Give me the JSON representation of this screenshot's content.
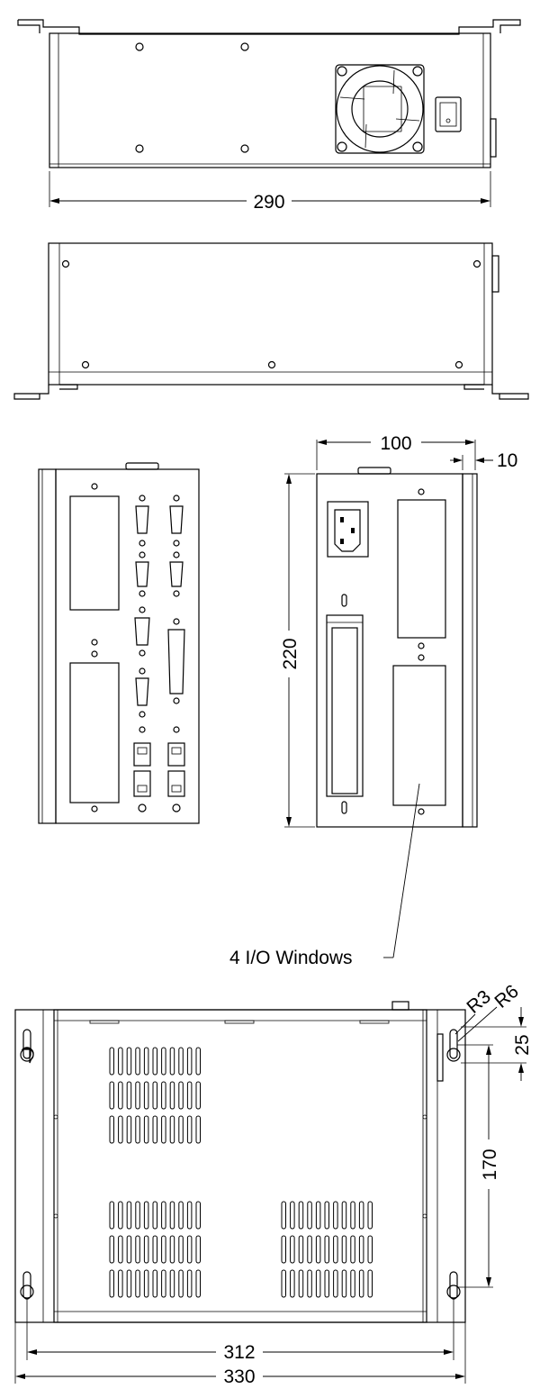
{
  "dimensions": {
    "top_width": "290",
    "side_width": "100",
    "side_offset": "10",
    "height": "220",
    "bottom_inner": "312",
    "bottom_outer": "330",
    "hole_spacing": "170",
    "slot_length": "25",
    "radius_small": "R3",
    "radius_large": "R6"
  },
  "callouts": {
    "io_windows": "4 I/O Windows"
  }
}
